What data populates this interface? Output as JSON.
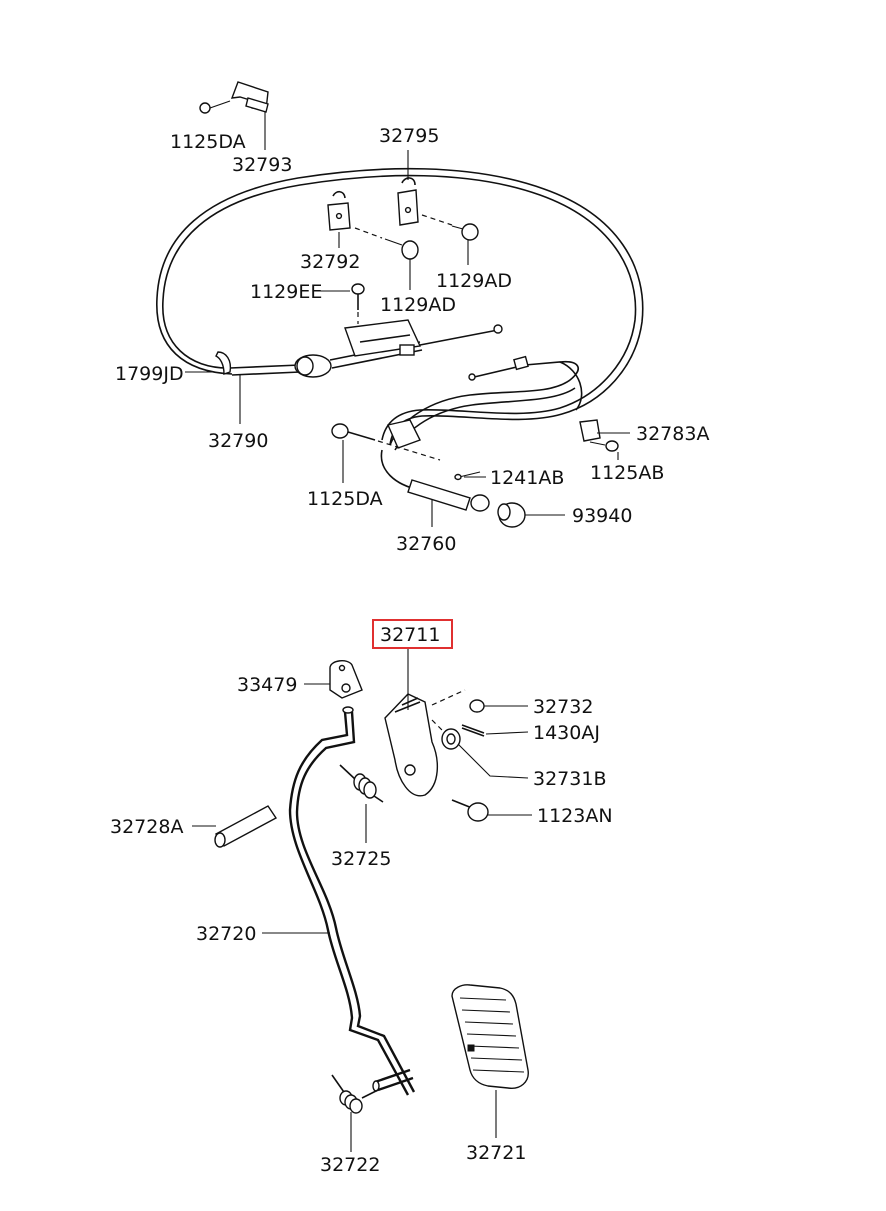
{
  "diagram": {
    "highlight_color": "#e03030",
    "line_color": "#111111",
    "background": "#ffffff",
    "labels": {
      "p1125DA_top": "1125DA",
      "p32793": "32793",
      "p32795": "32795",
      "p32792": "32792",
      "p1129AD_right": "1129AD",
      "p1129EE": "1129EE",
      "p1129AD_center": "1129AD",
      "p1799JD": "1799JD",
      "p32790": "32790",
      "p32783A": "32783A",
      "p1125AB": "1125AB",
      "p1125DA_bottom": "1125DA",
      "p1241AB": "1241AB",
      "p93940": "93940",
      "p32760": "32760",
      "p32711": "32711",
      "p33479": "33479",
      "p32732": "32732",
      "p1430AJ": "1430AJ",
      "p32731B": "32731B",
      "p1123AN": "1123AN",
      "p32728A": "32728A",
      "p32725": "32725",
      "p32720": "32720",
      "p32722": "32722",
      "p32721": "32721"
    }
  }
}
